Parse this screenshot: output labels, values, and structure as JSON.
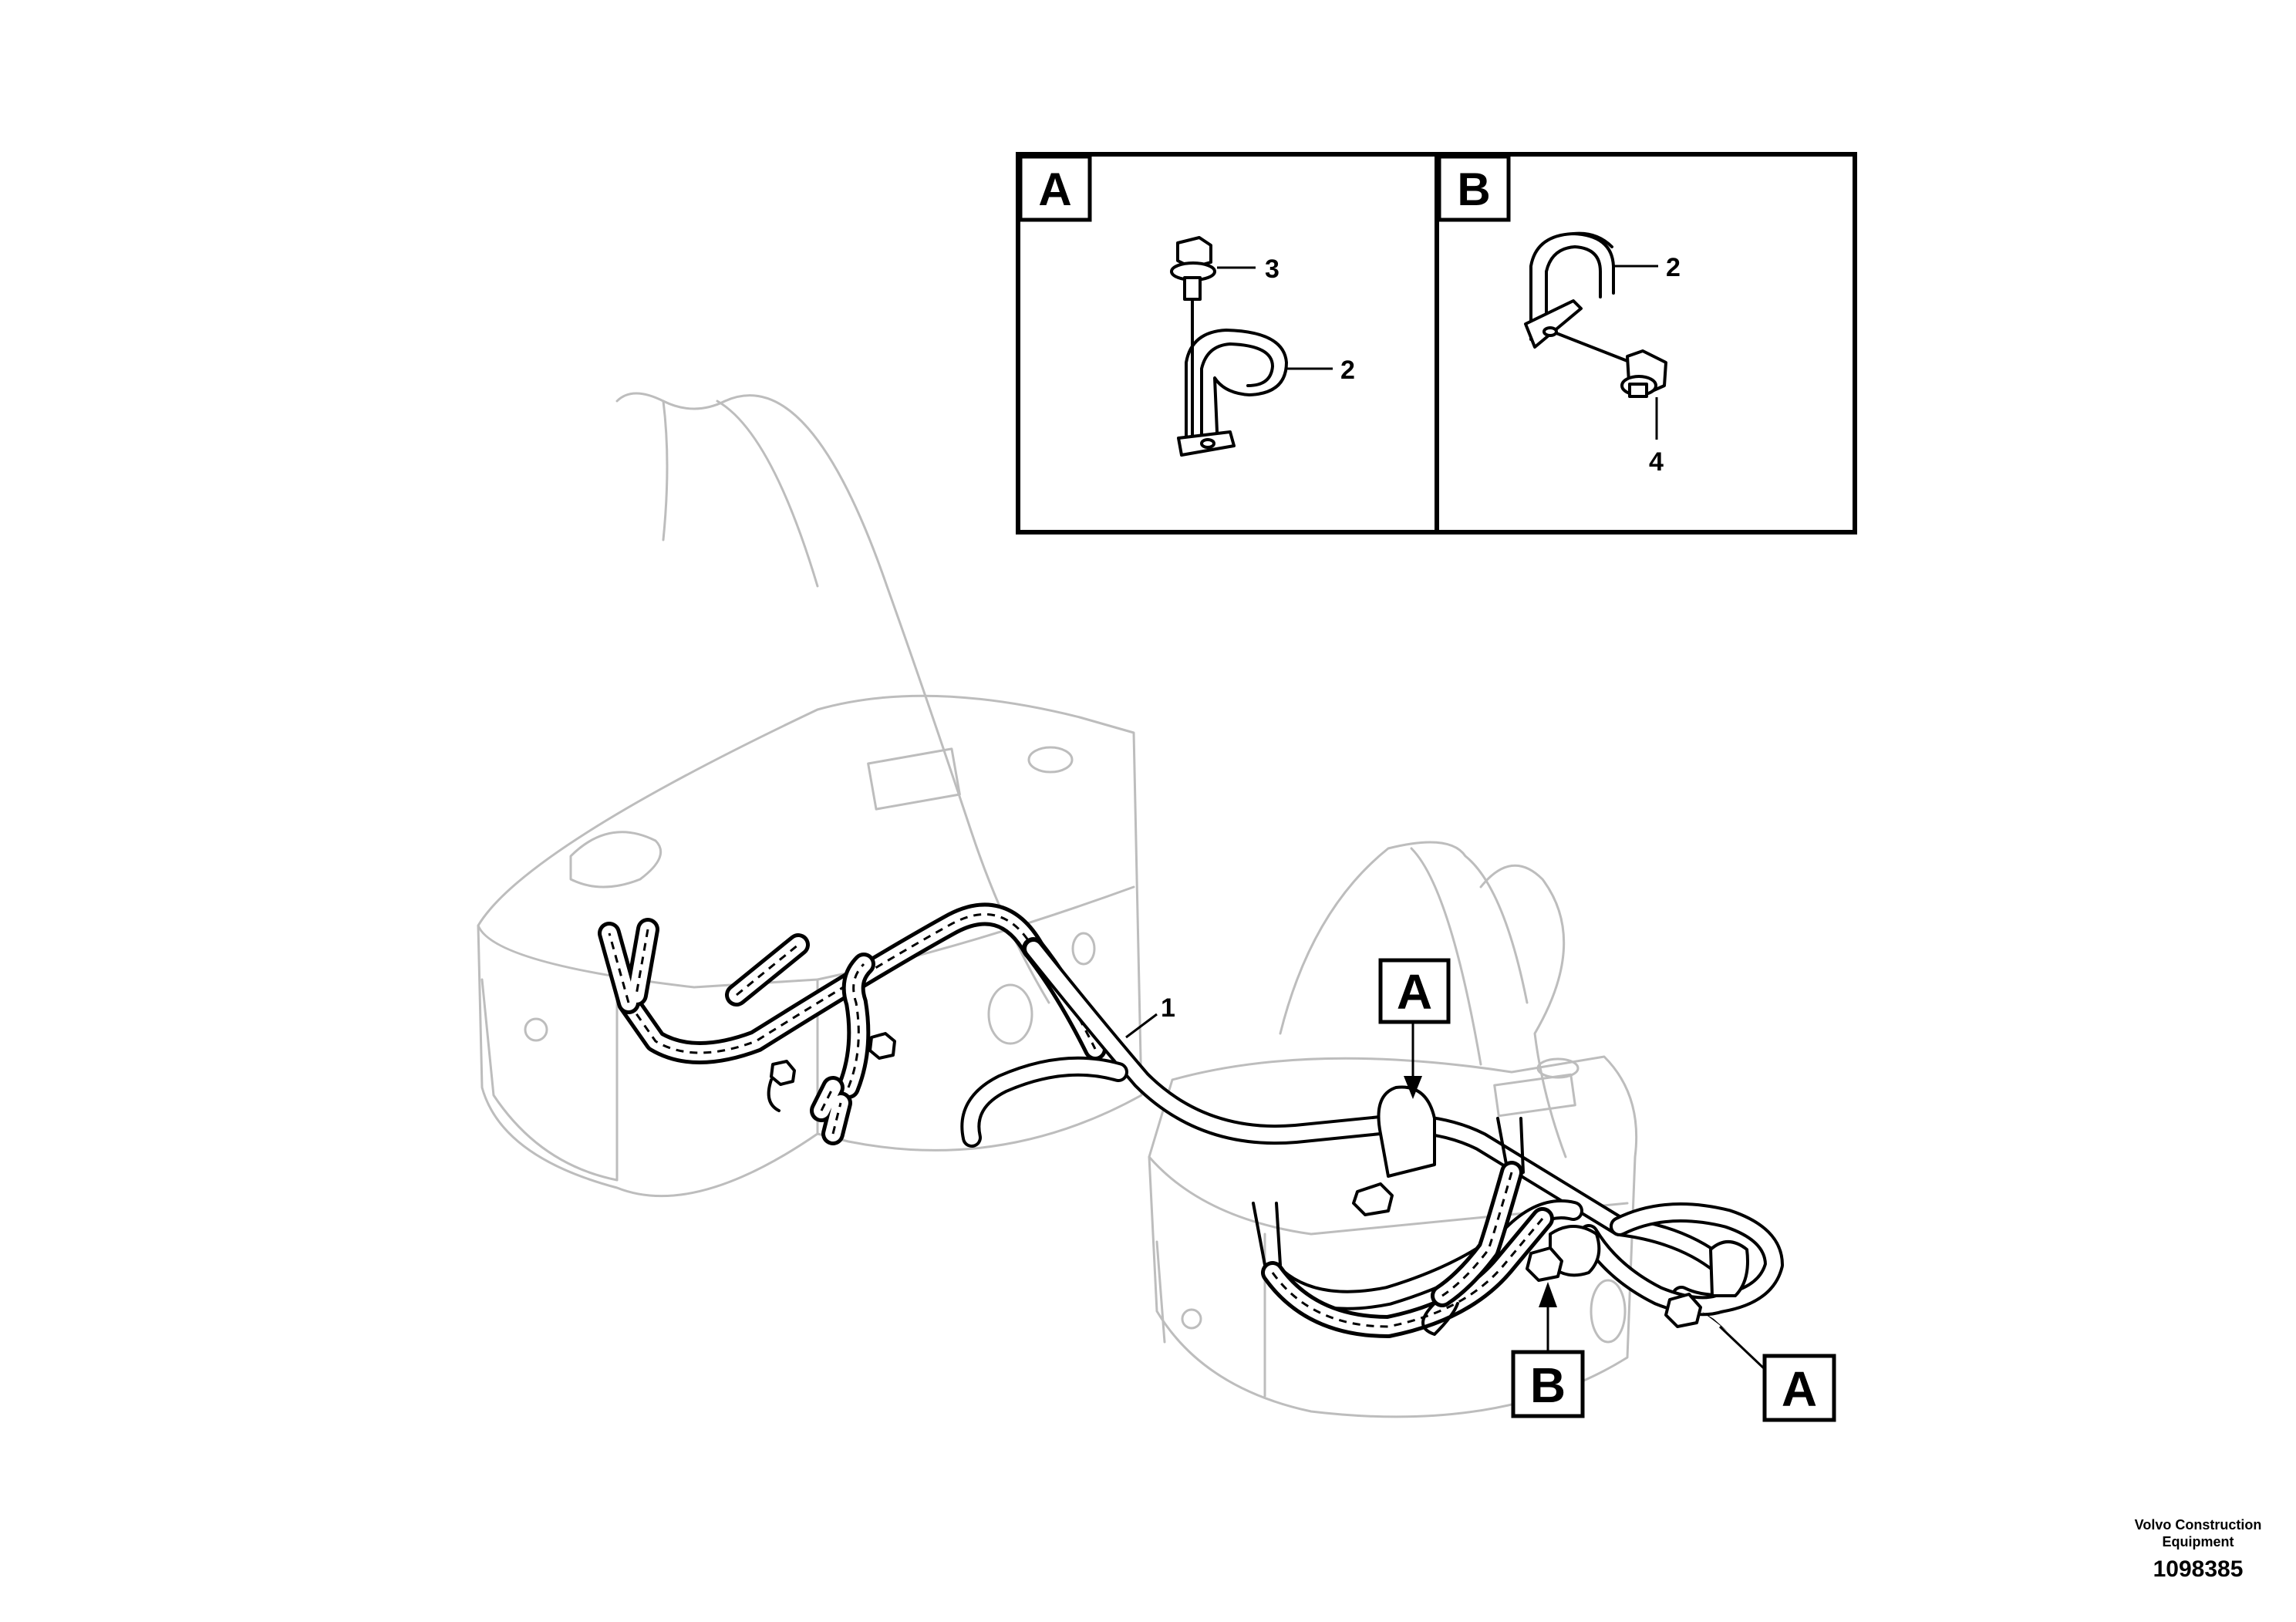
{
  "detail_views": [
    {
      "letter": "A",
      "callouts": [
        {
          "number": "3",
          "part": "flange screw"
        },
        {
          "number": "2",
          "part": "clamp"
        }
      ]
    },
    {
      "letter": "B",
      "callouts": [
        {
          "number": "2",
          "part": "clamp"
        },
        {
          "number": "4",
          "part": "flange screw"
        }
      ]
    }
  ],
  "main_view": {
    "hose_callout": "1",
    "location_refs": [
      "A",
      "B",
      "A"
    ]
  },
  "publisher": {
    "line1": "Volvo Construction",
    "line2": "Equipment"
  },
  "doc_number": "1098385"
}
